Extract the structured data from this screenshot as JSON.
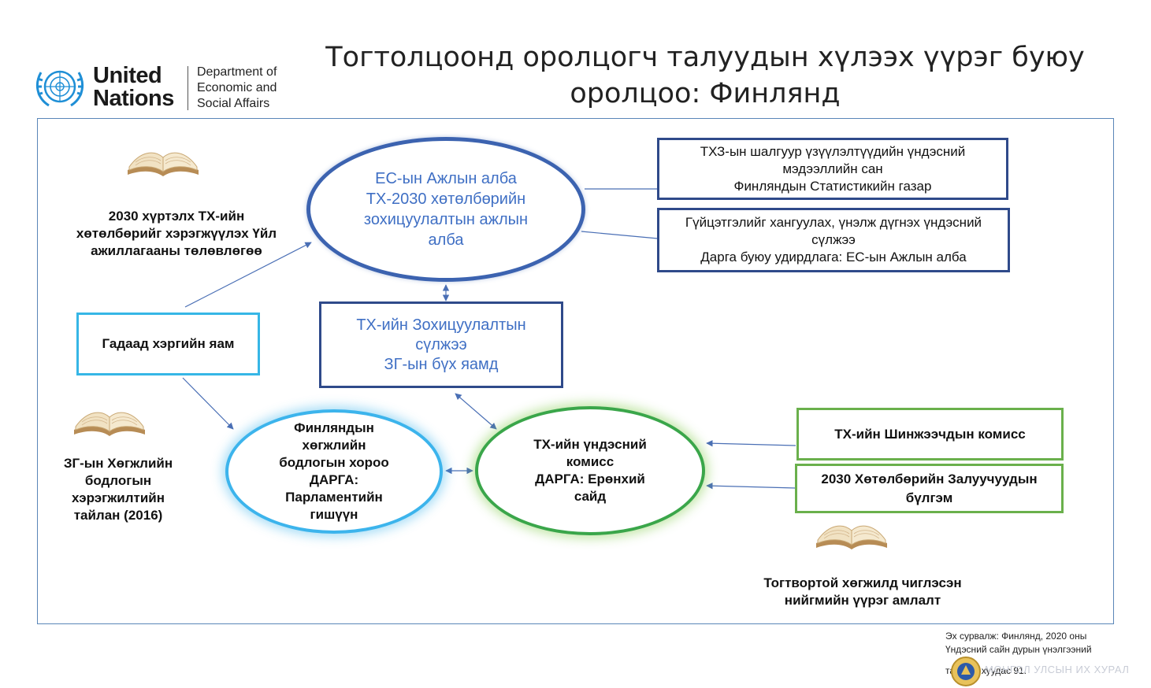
{
  "title": "Тогтолцоонд оролцогч талуудын хүлээх үүрэг буюу оролцоо: Финлянд",
  "logo": {
    "un_line1": "United",
    "un_line2": "Nations",
    "desa_line1": "Department of",
    "desa_line2": "Economic and",
    "desa_line3": "Social Affairs"
  },
  "nodes": {
    "eu_office": [
      "ЕС-ын Ажлын алба",
      "ТХ-2030 хөтөлбөрийн",
      "зохицуулалтын ажлын",
      "алба"
    ],
    "stats_db": [
      "ТХЗ-ын шалгуур үзүүлэлтүүдийн үндэсний",
      "мэдээллийн сан",
      "Финляндын Статистикийн газар"
    ],
    "eval_network": [
      "Гүйцэтгэлийг хангуулах, үнэлж дүгнэх үндэсний",
      "сүлжээ",
      "Дарга буюу удирдлага: ЕС-ын Ажлын алба"
    ],
    "action_plan": [
      "2030 хүртэлх ТХ-ийн",
      "хөтөлбөрийг хэрэгжүүлэх Үйл",
      "ажиллагааны төлөвлөгөө"
    ],
    "foreign_ministry": "Гадаад хэргийн яам",
    "coord_network": [
      "ТХ-ийн Зохицуулалтын",
      "сүлжээ",
      "ЗГ-ын бүх яамд"
    ],
    "dev_report": [
      "ЗГ-ын Хөгжлийн",
      "бодлогын",
      "хэрэгжилтийн",
      "тайлан (2016)"
    ],
    "dev_committee": [
      "Финляндын",
      "хөгжлийн",
      "бодлогын хороо",
      "ДАРГА:",
      "Парламентийн",
      "гишүүн"
    ],
    "national_commission": [
      "ТХ-ийн үндэсний",
      "комисс",
      "ДАРГА: Ерөнхий",
      "сайд"
    ],
    "expert_panel": "ТХ-ийн Шинжээчдын комисс",
    "youth_group": [
      "2030 Хөтөлбөрийн Залуучуудын",
      "бүлгэм"
    ],
    "commitment": [
      "Тогтвортой хөгжилд чиглэсэн",
      "нийгмийн үүрэг амлалт"
    ]
  },
  "source": [
    "Эх сурвалж: Финлянд, 2020 оны",
    "Үндэсний сайн дурын үнэлгээний",
    "тайлан, хуудас 91."
  ],
  "watermark": "МОНГОЛ УЛСЫН ИХ ХУРАЛ",
  "colors": {
    "frame": "#5a86b8",
    "blue_box": "#2f4a8a",
    "blue_text": "#3f6fc4",
    "cyan": "#36b6e6",
    "green": "#6ab04c",
    "arrow": "#4a6fb5"
  }
}
